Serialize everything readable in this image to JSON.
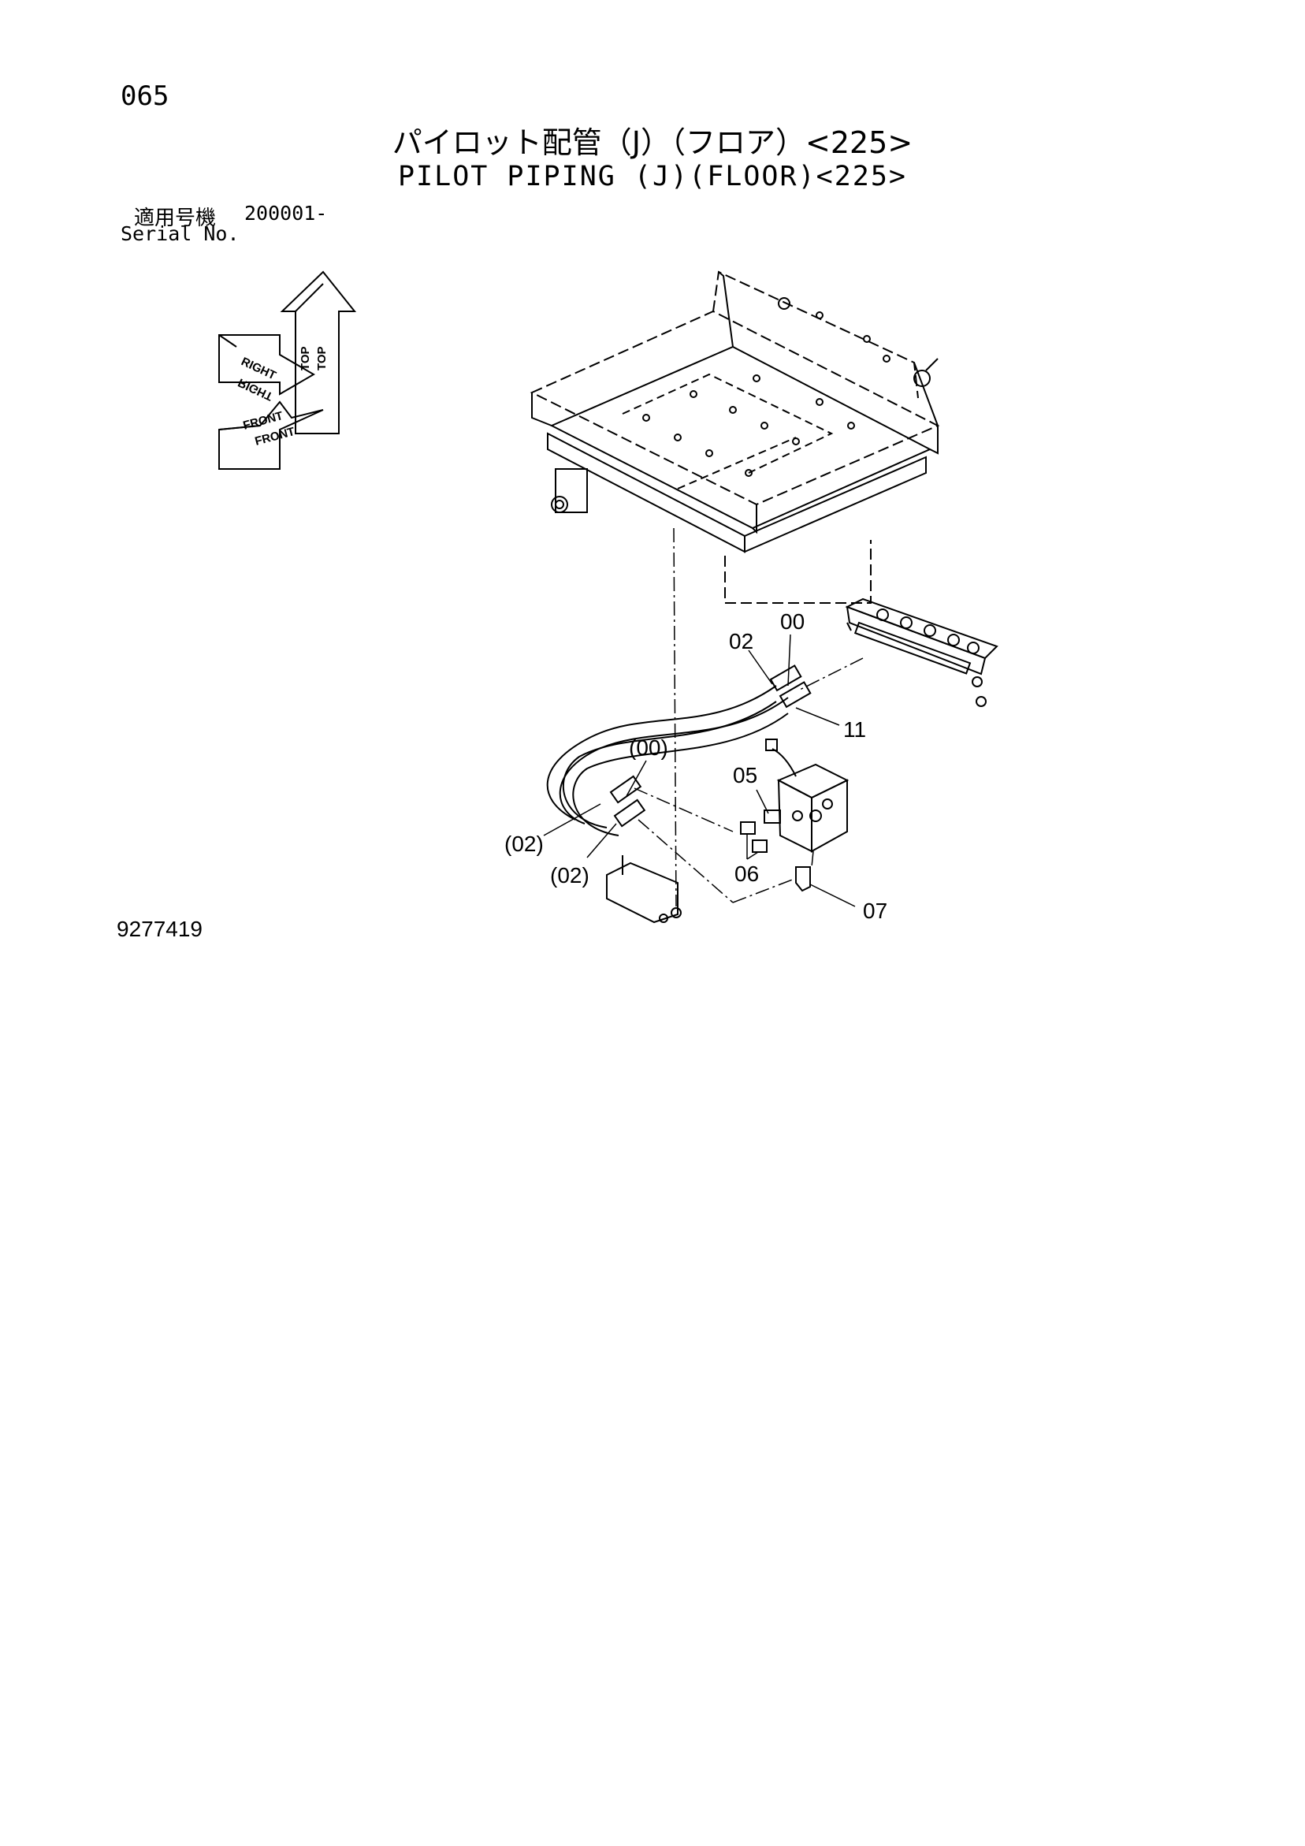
{
  "header": {
    "page_number": "065",
    "title_jp": "パイロット配管（J）（フロア）<225>",
    "title_en": "PILOT PIPING (J)(FLOOR)<225>",
    "serial_label_jp": "適用号機",
    "serial_value": "200001-",
    "serial_label_en": "Serial No."
  },
  "orientation": {
    "top_1": "TOP",
    "top_2": "TOP",
    "right_1": "RIGHT",
    "right_2": "RIGHT",
    "front_1": "FRONT",
    "front_2": "FRONT"
  },
  "callouts": {
    "c02_top": "02",
    "c00_top": "00",
    "c11": "11",
    "c00_paren": "(00)",
    "c05": "05",
    "c02_paren_a": "(02)",
    "c02_paren_b": "(02)",
    "c06": "06",
    "c07": "07"
  },
  "footer": {
    "drawing_number": "9277419"
  }
}
